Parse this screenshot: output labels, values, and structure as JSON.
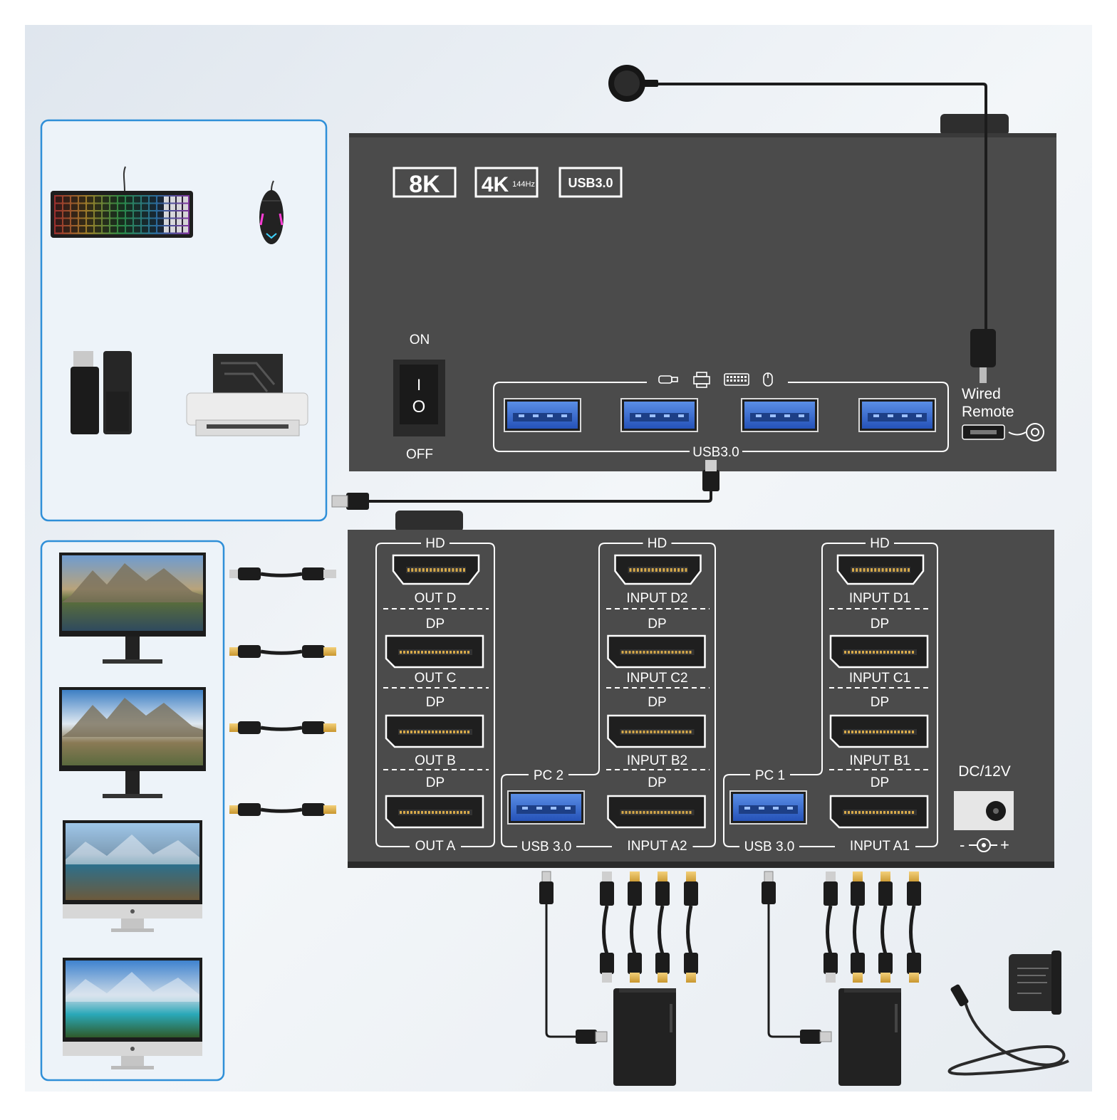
{
  "badges": [
    "8K",
    "4K",
    "144Hz",
    "USB3.0"
  ],
  "top_unit": {
    "switch_on": "ON",
    "switch_off": "OFF",
    "switch_mark_on": "I",
    "switch_mark_off": "O",
    "usb_hub_label": "USB3.0",
    "wired_remote_line1": "Wired",
    "wired_remote_line2": "Remote",
    "usb_peripheral_icons": [
      "usb-plug-icon",
      "printer-icon",
      "keyboard-icon",
      "mouse-icon"
    ]
  },
  "back_panel": {
    "column_out": {
      "hd_header": "HD",
      "ports": [
        {
          "type": "HDMI",
          "label": "OUT D"
        },
        {
          "type": "DP",
          "header": "DP",
          "label": "OUT C"
        },
        {
          "type": "DP",
          "header": "DP",
          "label": "OUT B"
        },
        {
          "type": "DP",
          "header": "DP",
          "label": "OUT A"
        }
      ]
    },
    "pc2": {
      "hd_header": "HD",
      "pc_label": "PC 2",
      "usb_label": "USB 3.0",
      "ports": [
        {
          "type": "HDMI",
          "label": "INPUT D2"
        },
        {
          "type": "DP",
          "header": "DP",
          "label": "INPUT C2"
        },
        {
          "type": "DP",
          "header": "DP",
          "label": "INPUT B2"
        },
        {
          "type": "DP",
          "header": "DP",
          "label": "INPUT A2"
        }
      ]
    },
    "pc1": {
      "hd_header": "HD",
      "pc_label": "PC 1",
      "usb_label": "USB 3.0",
      "ports": [
        {
          "type": "HDMI",
          "label": "INPUT D1"
        },
        {
          "type": "DP",
          "header": "DP",
          "label": "INPUT C1"
        },
        {
          "type": "DP",
          "header": "DP",
          "label": "INPUT B1"
        },
        {
          "type": "DP",
          "header": "DP",
          "label": "INPUT A1"
        }
      ]
    },
    "power_label": "DC/12V",
    "polarity_minus": "-",
    "polarity_plus": "+"
  },
  "peripherals_panel": [
    "keyboard",
    "mouse",
    "usb-flash-drive",
    "printer"
  ],
  "monitors_panel": [
    "monitor-1",
    "monitor-2",
    "monitor-3",
    "monitor-4"
  ],
  "colors": {
    "device": "#4b4b4b",
    "device_dark": "#2d2d2d",
    "frame_blue": "#2f8fd8",
    "usb_blue": "#2f63c8",
    "background": "#e9eef4"
  }
}
